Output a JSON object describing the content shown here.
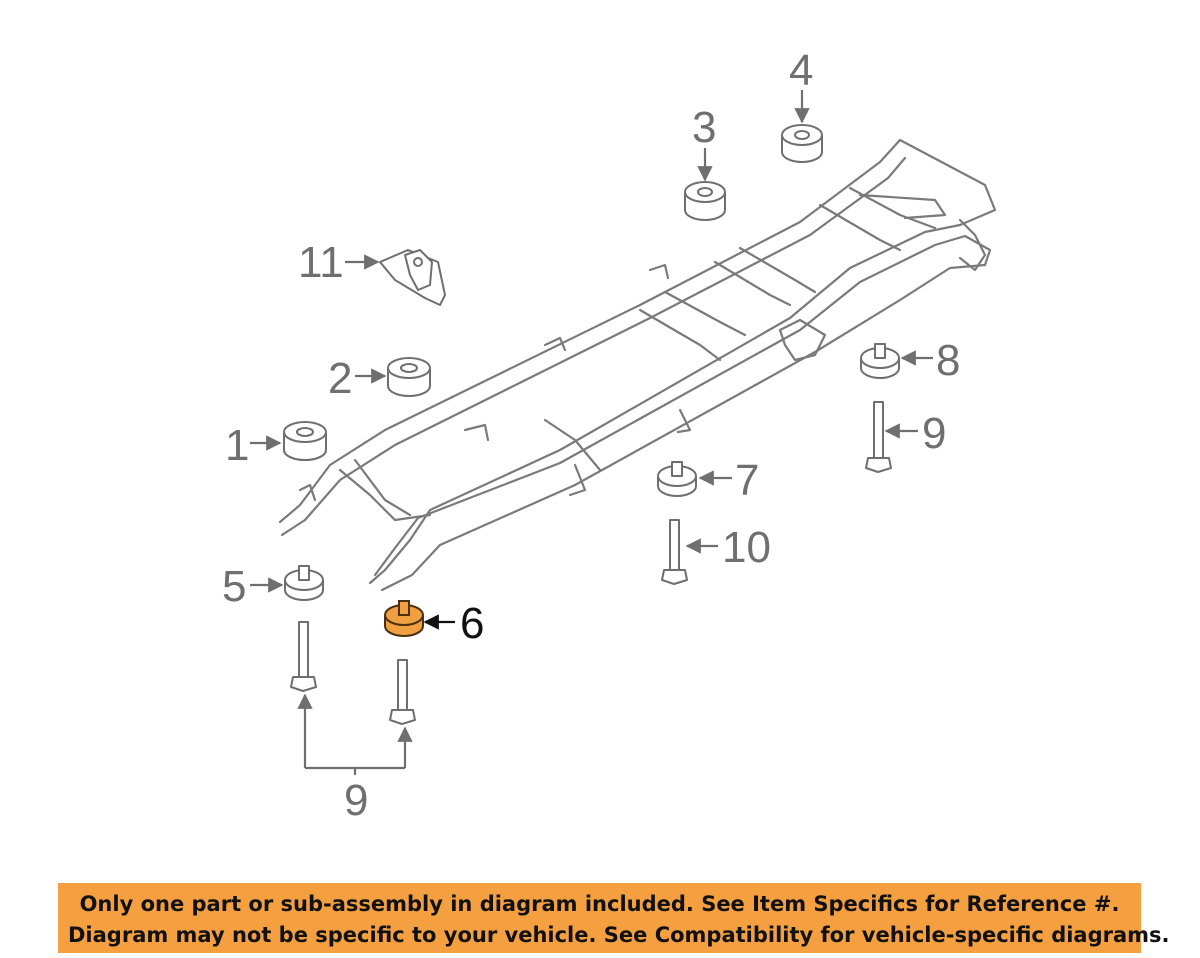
{
  "diagram": {
    "callouts": {
      "c1": "1",
      "c2": "2",
      "c3": "3",
      "c4": "4",
      "c5": "5",
      "c6": "6",
      "c7": "7",
      "c8": "8",
      "c9a": "9",
      "c9b": "9",
      "c10": "10",
      "c11": "11"
    },
    "highlighted_part": "6",
    "colors": {
      "highlight": "#f0a040",
      "banner": "#f4a041",
      "linework": "#6f6f6f"
    }
  },
  "banner": {
    "line1": "Only one part or sub-assembly in diagram included. See Item Specifics for Reference #.",
    "line2": "Diagram may not be specific to your vehicle. See Compatibility for vehicle-specific diagrams."
  }
}
